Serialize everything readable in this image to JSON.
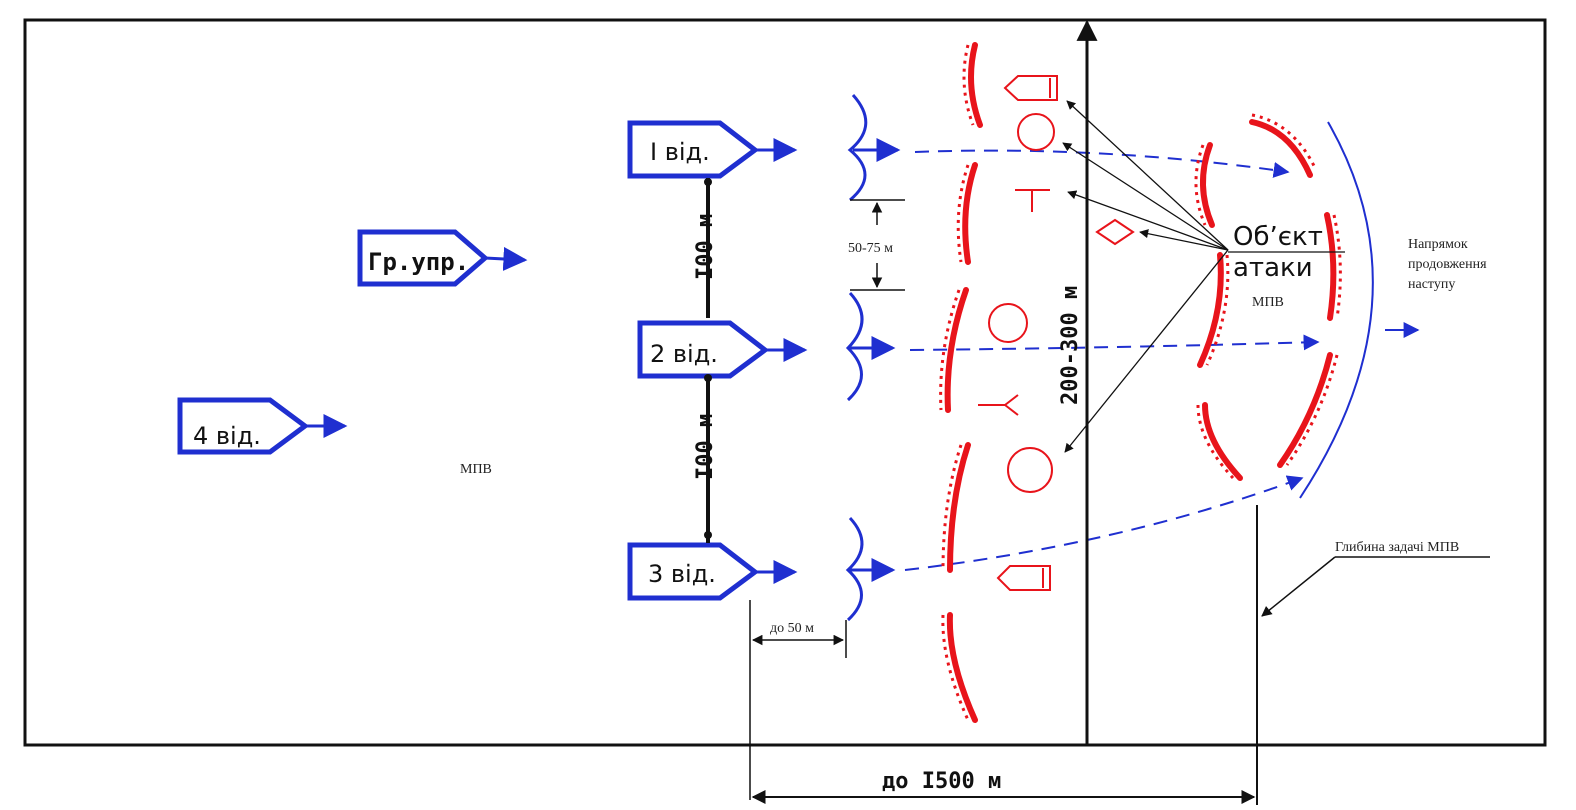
{
  "colors": {
    "friendly": "#1f2fd0",
    "enemy": "#e8141b",
    "line": "#111111"
  },
  "units": {
    "squad1": "I від.",
    "squad2": "2 від.",
    "squad3": "3 від.",
    "squad4": "4 від.",
    "command_group": "Гр.упр."
  },
  "labels": {
    "mpv_left": "МПВ",
    "mpv_right": "МПВ",
    "objective_line1": "Об’єкт",
    "objective_line2": "атаки",
    "direction_line1": "Напрямок",
    "direction_line2": "продовження",
    "direction_line3": "наступу",
    "task_depth": "Глибина задачі МПВ"
  },
  "dimensions": {
    "spacing_1_2": "I00 м",
    "spacing_2_3": "I00 м",
    "chain_gap": "50-75 м",
    "to_line": "до 50 м",
    "front_width": "200-300 м",
    "total_depth": "до I500 м"
  }
}
